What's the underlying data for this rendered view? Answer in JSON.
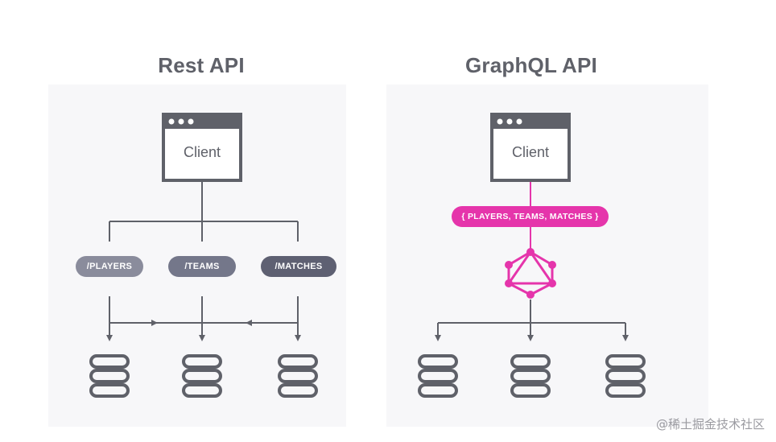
{
  "rest": {
    "title": "Rest API",
    "client_label": "Client",
    "endpoints": [
      "/PLAYERS",
      "/TEAMS",
      "/MATCHES"
    ]
  },
  "graphql": {
    "title": "GraphQL API",
    "client_label": "Client",
    "query_label": "{ PLAYERS, TEAMS, MATCHES }"
  },
  "watermark": "@稀土掘金技术社区",
  "colors": {
    "title": "#5f6169",
    "line": "#5f6169",
    "panel_bg": "#f7f7f9",
    "pill_1": "#8a8c9c",
    "pill_2": "#74778a",
    "pill_3": "#5e6072",
    "accent": "#e535ab"
  }
}
